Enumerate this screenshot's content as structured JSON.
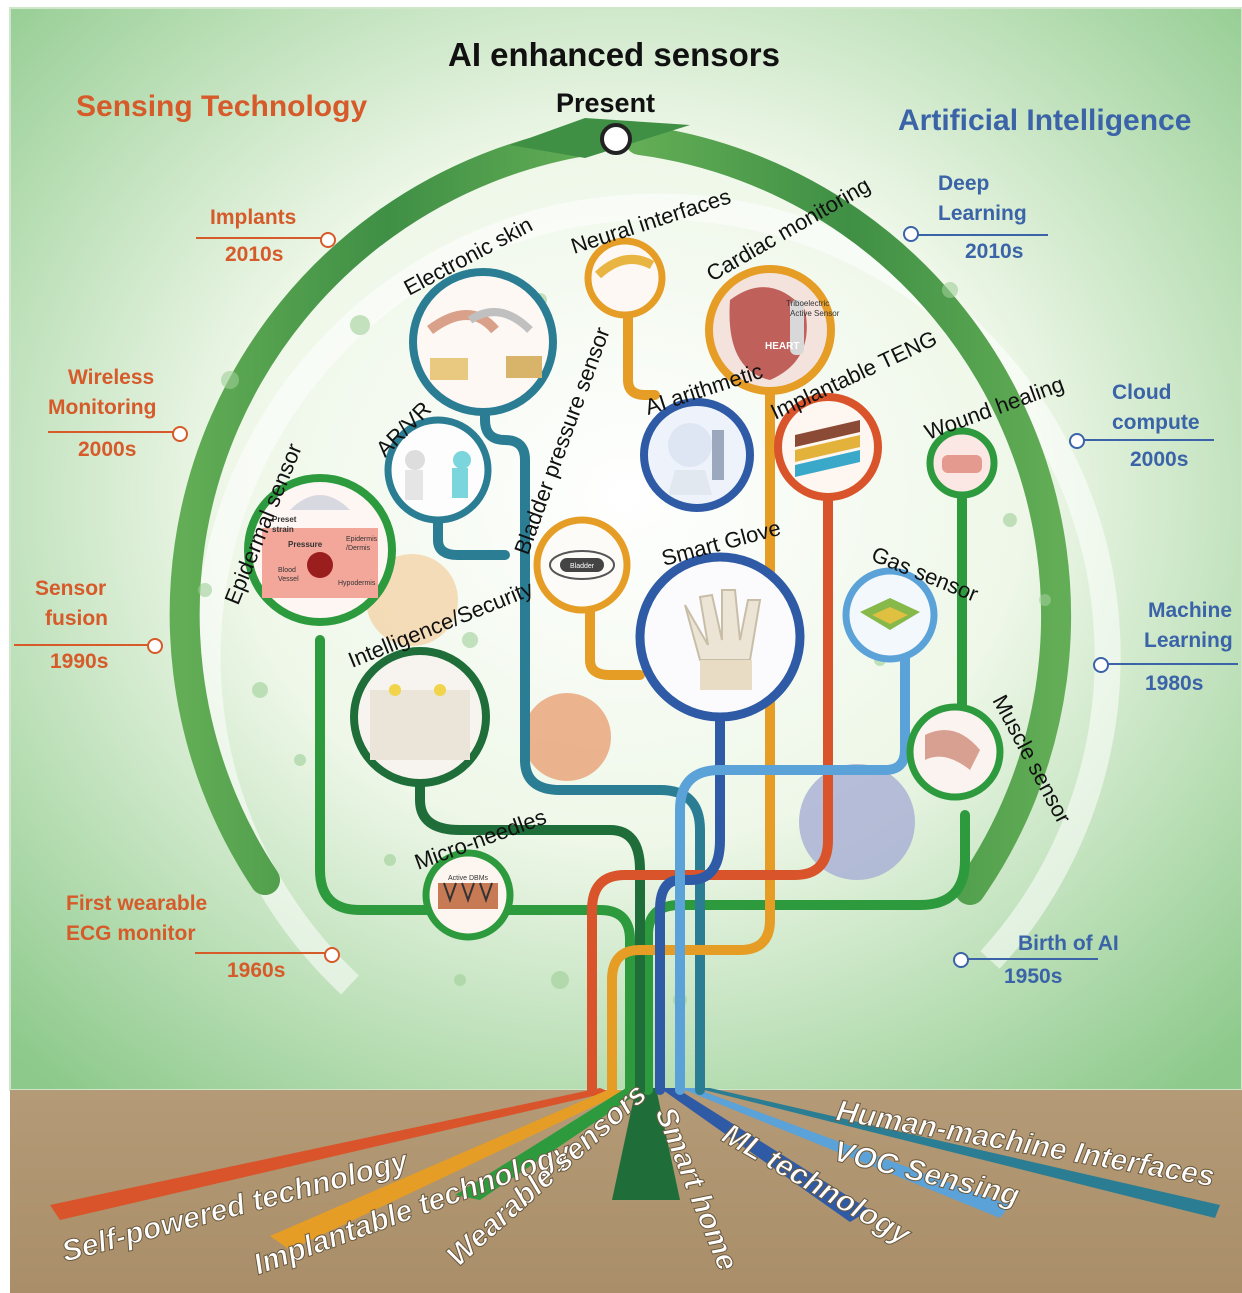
{
  "header": {
    "main_title": "AI enhanced sensors",
    "present_label": "Present",
    "left_title": "Sensing Technology",
    "right_title": "Artificial Intelligence"
  },
  "sensing_timeline": [
    {
      "label_lines": [
        "Implants"
      ],
      "era": "2010s"
    },
    {
      "label_lines": [
        "Wireless",
        "Monitoring"
      ],
      "era": "2000s"
    },
    {
      "label_lines": [
        "Sensor",
        "fusion"
      ],
      "era": "1990s"
    },
    {
      "label_lines": [
        "First wearable",
        "ECG monitor"
      ],
      "era": "1960s"
    }
  ],
  "ai_timeline": [
    {
      "label_lines": [
        "Deep",
        "Learning"
      ],
      "era": "2010s"
    },
    {
      "label_lines": [
        "Cloud",
        "compute"
      ],
      "era": "2000s"
    },
    {
      "label_lines": [
        "Machine",
        "Learning"
      ],
      "era": "1980s"
    },
    {
      "label_lines": [
        "Birth of AI"
      ],
      "era": "1950s"
    }
  ],
  "nodes": {
    "electronic_skin": "Electronic skin",
    "neural_interfaces": "Neural interfaces",
    "cardiac_monitoring": "Cardiac monitoring",
    "ar_vr": "AR/VR",
    "ai_arithmetic": "AI arithmetic",
    "implantable_teng": "Implantable TENG",
    "wound_healing": "Wound healing",
    "epidermal_sensor": "Epidermal sensor",
    "bladder_pressure": "Bladder pressure sensor",
    "smart_glove": "Smart Glove",
    "gas_sensor": "Gas sensor",
    "intelligence_security": "Intelligence/Security",
    "muscle_sensor": "Muscle sensor",
    "micro_needles": "Micro-needles"
  },
  "image_text": {
    "heart": "HEART",
    "teng": "Triboelectric",
    "active_sensor": "Active Sensor",
    "preset": "Preset",
    "strain": "strain",
    "pressure": "Pressure",
    "epidermis": "Epidermis",
    "dermis": "/Dermis",
    "blood": "Blood",
    "vessel": "Vessel",
    "hypodermis": "Hypodermis",
    "bladder": "Bladder",
    "active_dbms": "Active DBMs"
  },
  "roots": [
    {
      "label": "Self-powered technology",
      "color": "#d9542a"
    },
    {
      "label": "Implantable technology",
      "color": "#e59d26"
    },
    {
      "label": "Wearable sensors",
      "color": "#2e9a3e"
    },
    {
      "label": "Smart home",
      "color": "#1f6e3a"
    },
    {
      "label": "ML technology",
      "color": "#2f5aa6"
    },
    {
      "label": "VOC Sensing",
      "color": "#5aa2d8"
    },
    {
      "label": "Human-machine Interfaces",
      "color": "#2a7d93"
    }
  ]
}
